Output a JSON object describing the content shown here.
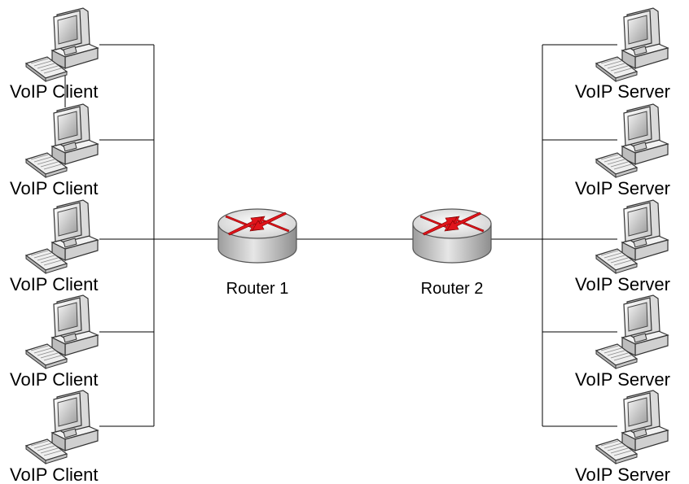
{
  "routers": [
    {
      "label": "Router 1"
    },
    {
      "label": "Router 2"
    }
  ],
  "clients": [
    {
      "label": "VoIP Client"
    },
    {
      "label": "VoIP Client"
    },
    {
      "label": "VoIP Client"
    },
    {
      "label": "VoIP Client"
    },
    {
      "label": "VoIP Client"
    }
  ],
  "servers": [
    {
      "label": "VoIP Server"
    },
    {
      "label": "VoIP Server"
    },
    {
      "label": "VoIP Server"
    },
    {
      "label": "VoIP Server"
    },
    {
      "label": "VoIP Server"
    }
  ],
  "colors": {
    "line": "#000000",
    "arrow": "#e0141b",
    "router_top": "#e4e4e4",
    "router_side": "#bdbdbd"
  }
}
